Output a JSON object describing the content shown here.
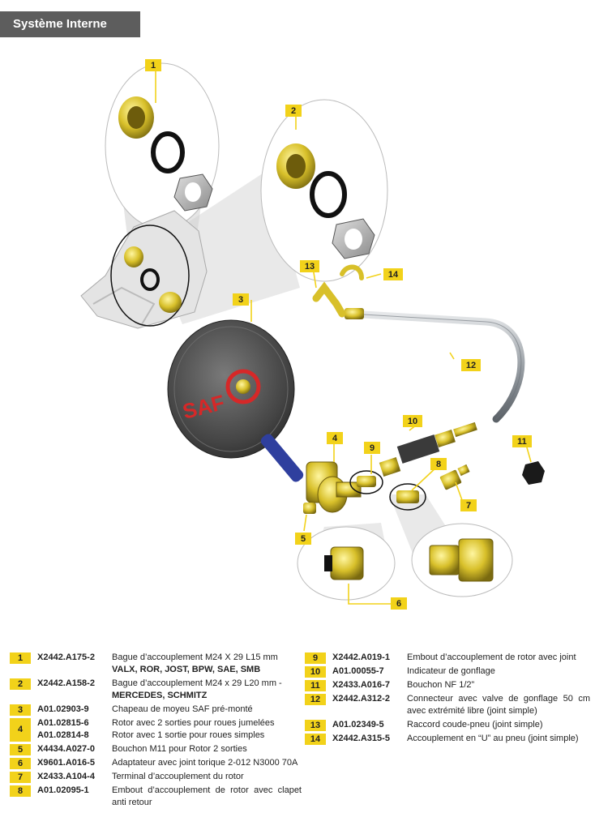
{
  "header": {
    "title": "Système Interne"
  },
  "diagram": {
    "tags": [
      "1",
      "2",
      "3",
      "4",
      "5",
      "6",
      "7",
      "8",
      "9",
      "10",
      "11",
      "12",
      "13",
      "14"
    ],
    "logo_text": "SAF",
    "colors": {
      "tag": "#f2d21a",
      "brass": "#d8c02a",
      "hub": "#4a4a4a",
      "tube": "#9aa0a6",
      "blue_rod": "#2f3f9e",
      "logo_red": "#d62828"
    }
  },
  "parts": {
    "left": [
      {
        "num": "1",
        "lines": [
          {
            "code": "X2442.A175-2",
            "desc": "Bague d’accouplement M24 X 29 L15 mm",
            "desc_bold": "VALX, ROR, JOST, BPW, SAE, SMB"
          }
        ]
      },
      {
        "num": "2",
        "lines": [
          {
            "code": "X2442.A158-2",
            "desc": "Bague d’accouplement M24 x 29 L20 mm -",
            "desc_bold": "MERCEDES, SCHMITZ"
          }
        ]
      },
      {
        "num": "3",
        "lines": [
          {
            "code": "A01.02903-9",
            "desc": "Chapeau de moyeu SAF pré-monté"
          }
        ]
      },
      {
        "num": "4",
        "lines": [
          {
            "code": "A01.02815-6",
            "desc": "Rotor avec 2 sorties pour roues jumelées"
          },
          {
            "code": "A01.02814-8",
            "desc": "Rotor avec 1 sortie  pour roues simples"
          }
        ]
      },
      {
        "num": "5",
        "lines": [
          {
            "code": "X4434.A027-0",
            "desc": "Bouchon M11 pour Rotor 2 sorties"
          }
        ]
      },
      {
        "num": "6",
        "lines": [
          {
            "code": "X9601.A016-5",
            "desc": "Adaptateur avec joint torique 2-012 N3000 70A"
          }
        ]
      },
      {
        "num": "7",
        "lines": [
          {
            "code": "X2433.A104-4",
            "desc": "Terminal d’accouplement du rotor"
          }
        ]
      },
      {
        "num": "8",
        "lines": [
          {
            "code": "A01.02095-1",
            "desc": "Embout d’accouplement de rotor avec clapet anti retour"
          }
        ]
      }
    ],
    "right": [
      {
        "num": "9",
        "lines": [
          {
            "code": "X2442.A019-1",
            "desc": "Embout d’accouplement de rotor avec joint"
          }
        ]
      },
      {
        "num": "10",
        "lines": [
          {
            "code": "A01.00055-7",
            "desc": "Indicateur de gonflage"
          }
        ]
      },
      {
        "num": "11",
        "lines": [
          {
            "code": "X2433.A016-7",
            "desc": "Bouchon NF 1/2”"
          }
        ]
      },
      {
        "num": "12",
        "lines": [
          {
            "code": "X2442.A312-2",
            "desc": "Connecteur avec valve de gonflage 50 cm avec extrémité libre (joint simple)"
          }
        ]
      },
      {
        "num": "13",
        "lines": [
          {
            "code": "A01.02349-5",
            "desc": "Raccord coude-pneu (joint simple)"
          }
        ]
      },
      {
        "num": "14",
        "lines": [
          {
            "code": "X2442.A315-5",
            "desc": "Accouplement en “U” au pneu (joint simple)"
          }
        ]
      }
    ]
  }
}
